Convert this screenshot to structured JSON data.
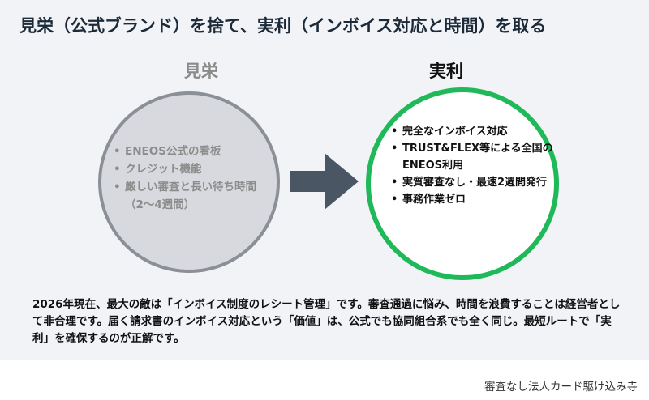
{
  "title": "見栄（公式ブランド）を捨て、実利（インボイス対応と時間）を取る",
  "left": {
    "heading": "見栄",
    "items": [
      "ENEOS公式の看板",
      "クレジット機能",
      "厳しい審査と長い待ち時間（2〜4週間）"
    ]
  },
  "right": {
    "heading": "実利",
    "items": [
      "完全なインボイス対応",
      "TRUST&FLEX等による全国のENEOS利用",
      "実質審査なし・最速2週間発行",
      "事務作業ゼロ"
    ]
  },
  "body": "2026年現在、最大の敵は「インボイス制度のレシート管理」です。審査通過に悩み、時間を浪費することは経営者として非合理です。届く請求書のインボイス対応という「価値」は、公式でも協同組合系でも全く同じ。最短ルートで「実利」を確保するのが正解です。",
  "footer": "審査なし法人カード駆け込み寺",
  "colors": {
    "accent_green": "#1fb95a",
    "muted_gray": "#8b8f96",
    "arrow": "#4a5663"
  }
}
